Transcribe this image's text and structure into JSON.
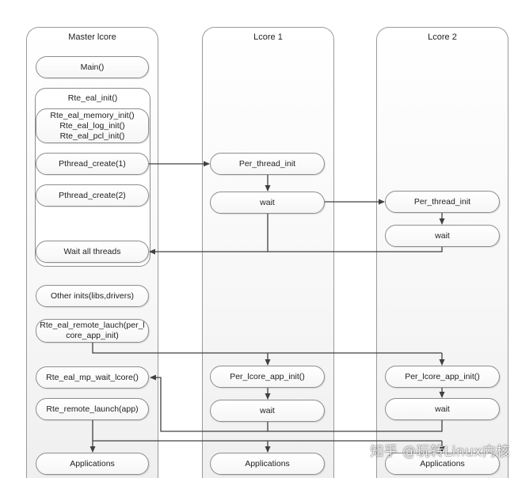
{
  "columns": {
    "master": "Master lcore",
    "lcore1": "Lcore 1",
    "lcore2": "Lcore 2"
  },
  "master": {
    "main": "Main()",
    "rte_eal_init": "Rte_eal_init()",
    "init_list": "Rte_eal_memory_init()\nRte_eal_log_init()\nRte_eal_pcl_init()",
    "pthread_create_1": "Pthread_create(1)",
    "pthread_create_2": "Pthread_create(2)",
    "wait_all_threads": "Wait all threads",
    "other_inits": "Other inits(libs,drivers)",
    "remote_lauch": "Rte_eal_remote_lauch(per_l\ncore_app_init)",
    "mp_wait_lcore": "Rte_eal_mp_wait_lcore()",
    "remote_launch_app": "Rte_remote_launch(app)",
    "applications": "Applications"
  },
  "lcore1": {
    "per_thread_init": "Per_thread_init",
    "wait_1": "wait",
    "per_lcore_app_init": "Per_lcore_app_init()",
    "wait_2": "wait",
    "applications": "Applications"
  },
  "lcore2": {
    "per_thread_init": "Per_thread_init",
    "wait_1": "wait",
    "per_lcore_app_init": "Per_lcore_app_init()",
    "wait_2": "wait",
    "applications": "Applications"
  },
  "watermark": "知乎 @玩转Linux内核",
  "colors": {
    "line": "#404040",
    "border": "#8d8d8d"
  }
}
